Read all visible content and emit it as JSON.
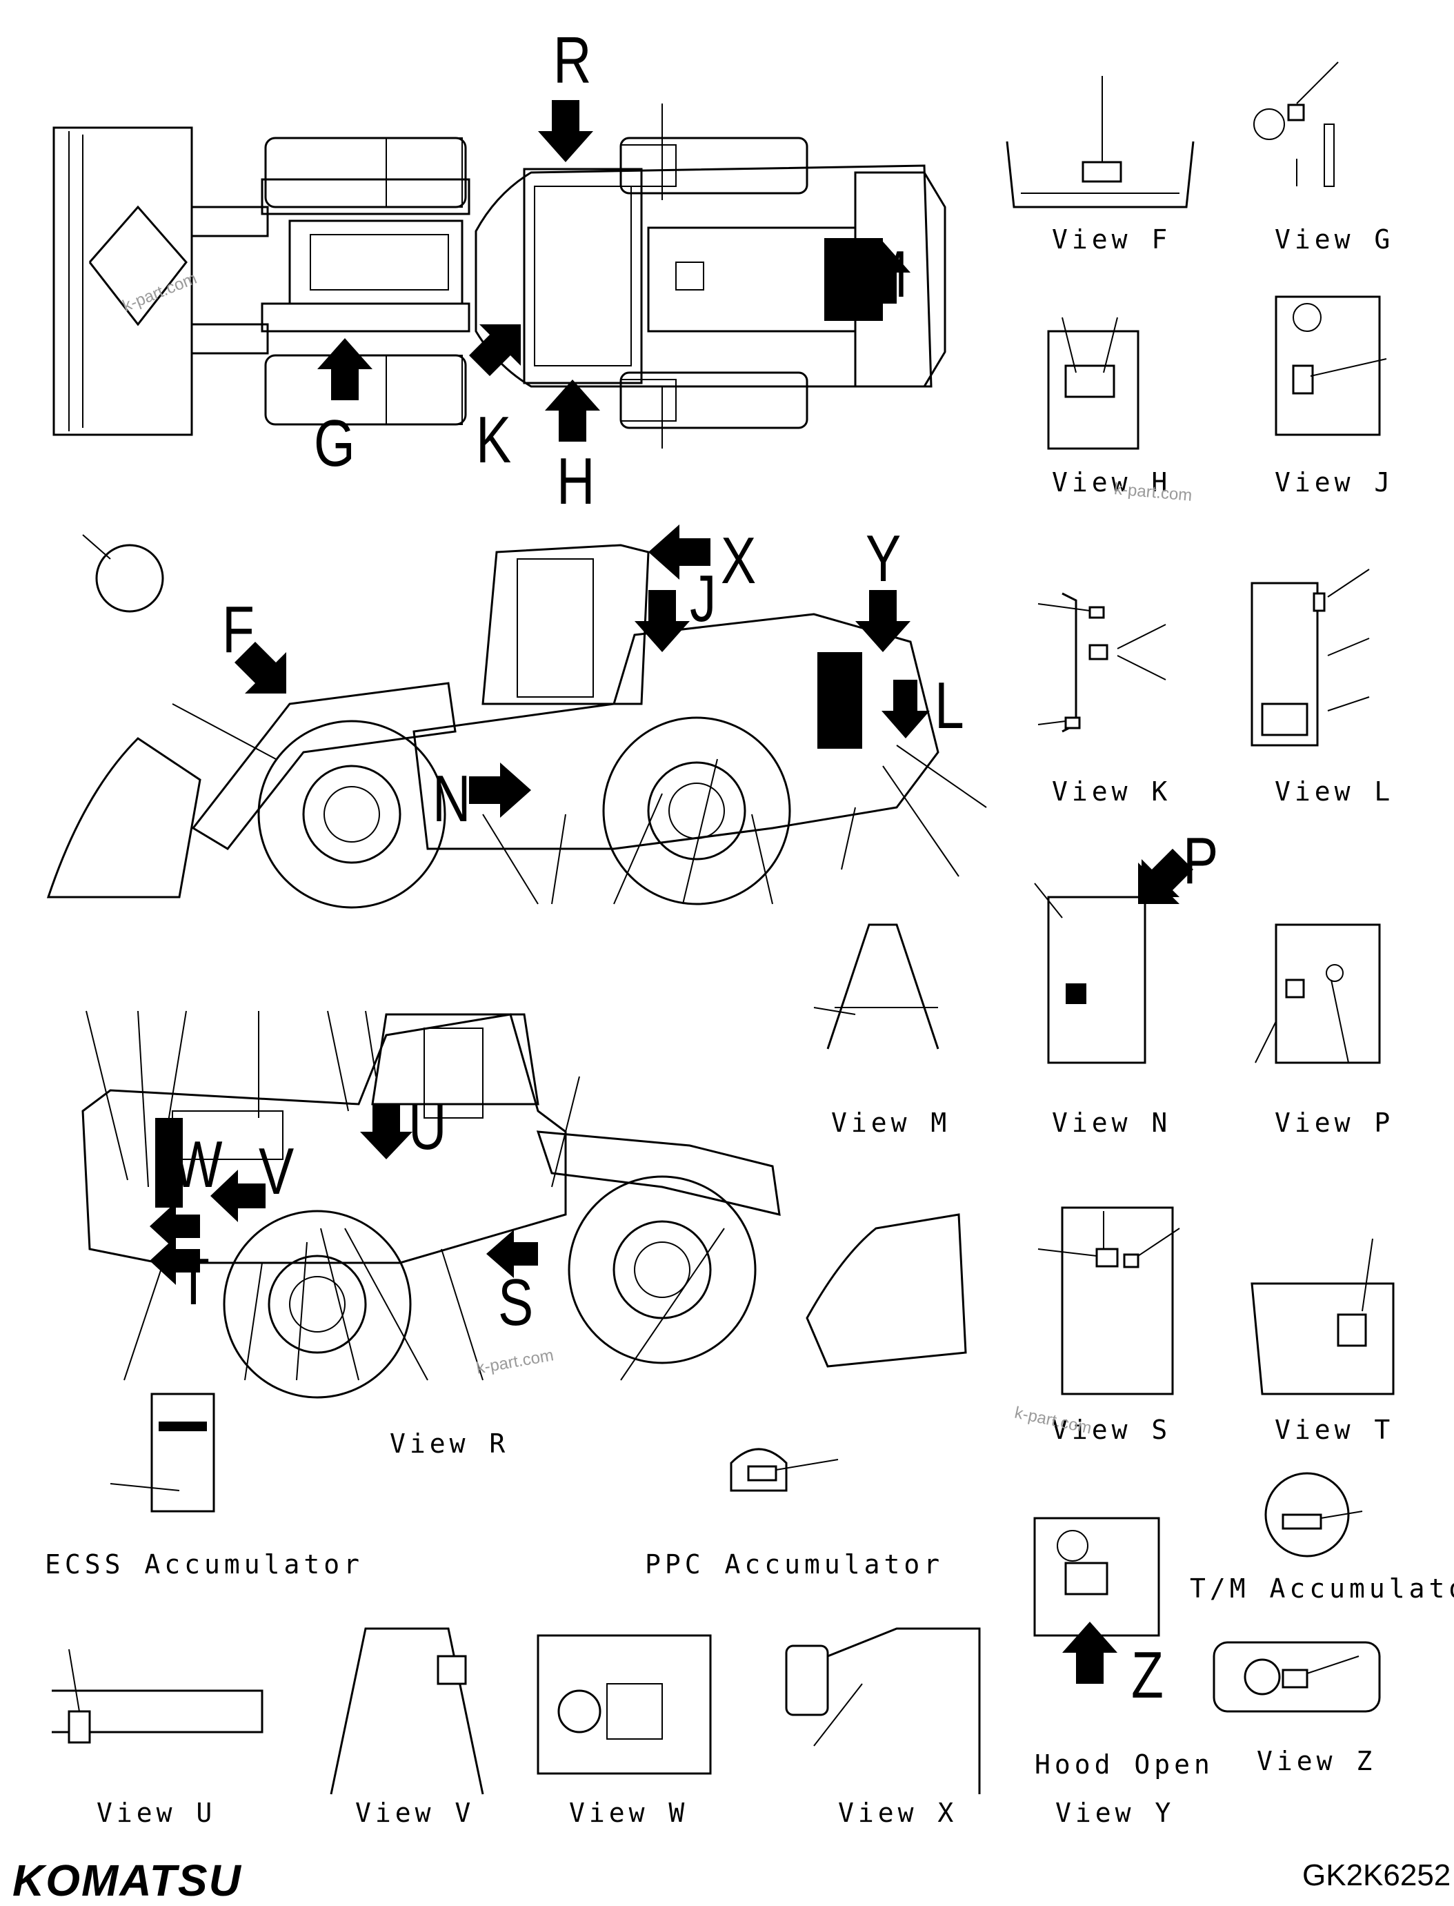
{
  "callout_letters": {
    "R": "R",
    "G": "G",
    "K": "K",
    "H": "H",
    "M": "M",
    "F": "F",
    "J": "J",
    "X": "X",
    "Y": "Y",
    "L": "L",
    "N": "N",
    "P": "P",
    "U": "U",
    "W": "W",
    "V": "V",
    "T": "T",
    "S": "S",
    "Z": "Z"
  },
  "view_labels": {
    "F": "View F",
    "G": "View G",
    "H": "View H",
    "J": "View J",
    "K": "View K",
    "L": "View L",
    "M": "View M",
    "N": "View N",
    "P": "View P",
    "S": "View S",
    "T": "View T",
    "R": "View R",
    "U": "View U",
    "V": "View V",
    "W": "View W",
    "X": "View X",
    "Y": "View Y",
    "Z": "View Z"
  },
  "component_labels": {
    "ecss": "ECSS Accumulator",
    "ppc": "PPC Accumulator",
    "tm": "T/M Accumulator",
    "hood": "Hood Open"
  },
  "watermark": "k-part.com",
  "brand": "KOMATSU",
  "drawing_code": "GK2K6252"
}
